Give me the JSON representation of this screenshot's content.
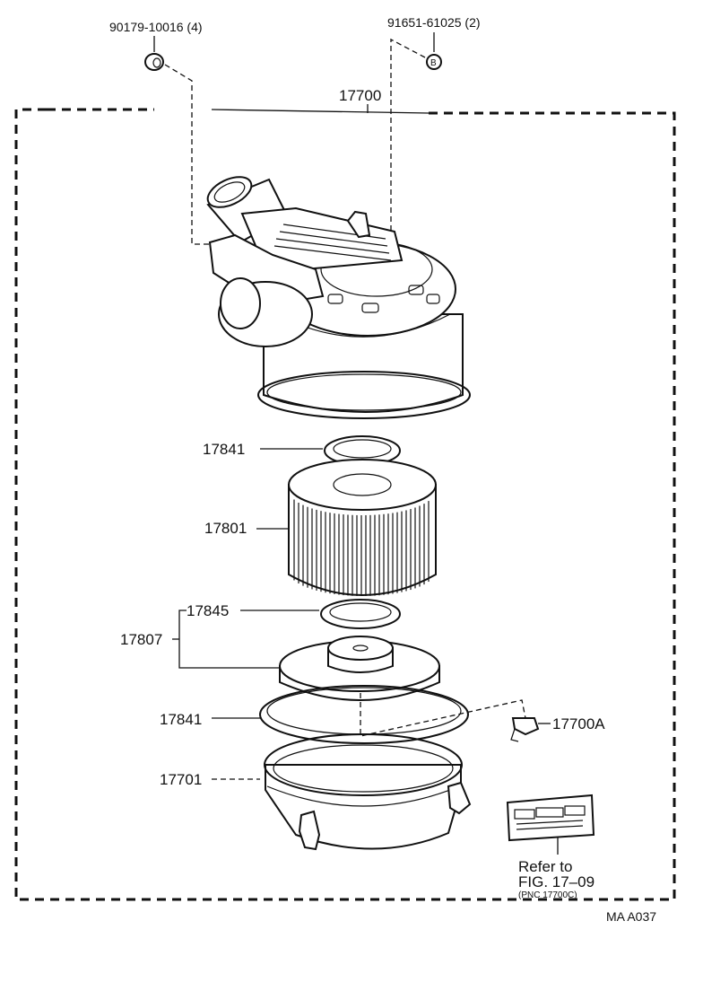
{
  "labels": {
    "p_90179": "90179-10016 (4)",
    "p_91651": "91651-61025 (2)",
    "p_17700": "17700",
    "p_17841_top": "17841",
    "p_17801": "17801",
    "p_17845": "17845",
    "p_17807": "17807",
    "p_17841_bot": "17841",
    "p_17701": "17701",
    "p_17700A": "17700A",
    "bolt_letter": "B",
    "refer_line1": "Refer to",
    "refer_line2": "FIG. 17–09",
    "refer_line3": "(PNC 17700C)",
    "drawing_code": "MA A037"
  }
}
